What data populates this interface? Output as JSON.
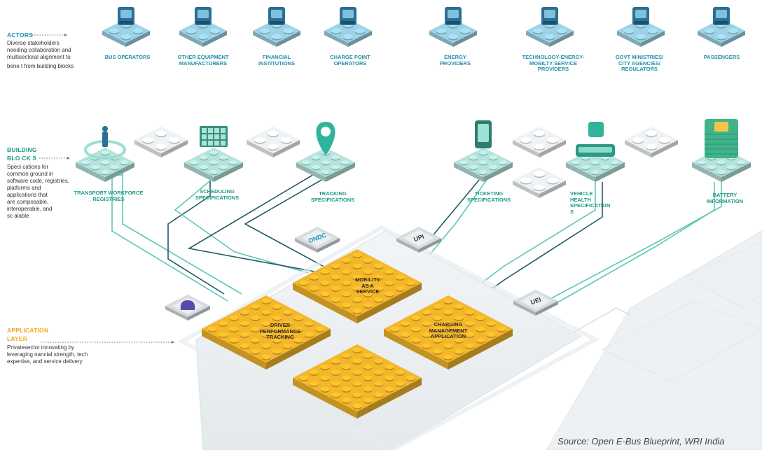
{
  "sections": {
    "actors": {
      "title": "ACTORS",
      "desc": [
        "Diverse stakeholders",
        "needing collaboration and",
        "multisectoral alignment to",
        "bene t from building blocks"
      ]
    },
    "building_blocks": {
      "title": [
        "BUILDING",
        "BLO CK S"
      ],
      "desc": [
        "Speci cations for",
        "common ground in",
        "software code, registries,",
        "platforms and",
        "applications that",
        "are composable,",
        "interoperable, and",
        "sc alable"
      ]
    },
    "application_layer": {
      "title": [
        "APPLICATION",
        "LAYER"
      ],
      "desc": [
        "Privatesector innovating by",
        "leveraging  nancial strength, tech",
        "expertise, and service delivery"
      ]
    }
  },
  "actors": [
    {
      "icon": "bus-icon",
      "lines": [
        "BUS OPERATORS"
      ]
    },
    {
      "icon": "headset-icon",
      "lines": [
        "OTHER EQUIPMENT",
        "MANUFACTURERS"
      ]
    },
    {
      "icon": "bank-icon",
      "lines": [
        "FINANCIAL",
        "INSTITUTIONS"
      ]
    },
    {
      "icon": "charge-plug-icon",
      "lines": [
        "CHARGE POINT",
        "OPERATORS"
      ]
    },
    {
      "icon": "battery-bolt-icon",
      "lines": [
        "ENERGY",
        "PROVIDERS"
      ]
    },
    {
      "icon": "chip-icon",
      "lines": [
        "TECHNOLOGY-ENERGY-",
        "MOBILTY SERVICE",
        "PROVIDERS"
      ]
    },
    {
      "icon": "government-building-icon",
      "lines": [
        "GOVT MINISTRIES/",
        "CITY AGENCIES/",
        "REGULATORS"
      ]
    },
    {
      "icon": "walking-person-icon",
      "lines": [
        "PASSENGERS"
      ]
    }
  ],
  "building_blocks": [
    {
      "icon": "workforce-registry-icon",
      "lines": [
        "TRANSPORT WORKFORCE",
        "REGISTRIES"
      ]
    },
    {
      "icon": "schedule-board-icon",
      "lines": [
        "SCHEDULING",
        "SPECIFICATIONS"
      ]
    },
    {
      "icon": "location-pin-icon",
      "lines": [
        "TRACKING",
        "SPECIFICATIONS"
      ]
    },
    {
      "icon": "ticket-phone-icon",
      "lines": [
        "TICKETING",
        "SPECIFICATIONS"
      ]
    },
    {
      "icon": "vehicle-health-icon",
      "lines": [
        "VEHICLE",
        "HEALTH",
        "SPECIFICATION",
        "S"
      ]
    },
    {
      "icon": "battery-stack-icon",
      "lines": [
        "BATTERY",
        "INFORMATION"
      ]
    }
  ],
  "rails": [
    {
      "icon": "ondc-logo-icon",
      "text": "ONDC"
    },
    {
      "icon": "upi-logo-icon",
      "text": "UPI"
    },
    {
      "icon": "uei-logo-icon",
      "text": "UEI"
    },
    {
      "icon": "digilocker-logo-icon",
      "text": ""
    }
  ],
  "applications": [
    {
      "lines": [
        "MOBILITY",
        "AS A",
        "SERVICE"
      ]
    },
    {
      "lines": [
        "DRIVER",
        "PERFORMANCE",
        "TRACKING"
      ]
    },
    {
      "lines": [
        "CHARGING",
        "MANAGEMENT",
        "APPLICATION"
      ]
    },
    {
      "lines": []
    }
  ],
  "source": "Source: Open E-Bus Blueprint, WRI India",
  "colors": {
    "actor_tile": "#9dd2e6",
    "actor_label": "#1f8fa6",
    "bb_tile": "#b6e2dc",
    "bb_label": "#1e9a86",
    "connector_light": "#5cc7b4",
    "connector_dark": "#1f5a66",
    "app_tile": "#f4b62a",
    "app_layer_title": "#f3a71d",
    "building_title": "#1e9a86",
    "actors_title": "#1f8fa6"
  }
}
